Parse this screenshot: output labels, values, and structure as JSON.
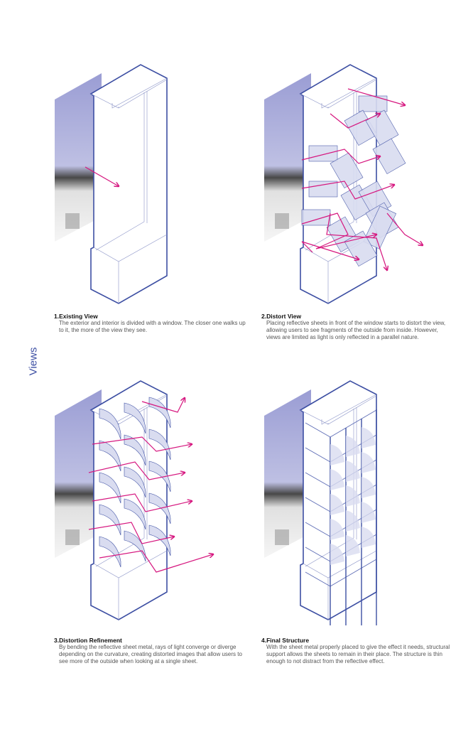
{
  "side_label": "Views",
  "panels": [
    {
      "title": "1.Existing View",
      "text": "The exterior and interior is divided with a window. The closer one walks up to it, the more of the view they see."
    },
    {
      "title": "2.Distort View",
      "text": "Placing reflective sheets in front of the window starts to distort the view, allowing users to see fragments of the outside from inside. However, views are limited as light is only reflected in a parallel nature."
    },
    {
      "title": "3.Distortion Refinement",
      "text": "By bending the reflective sheet metal, rays of light converge or diverge depending on the curvature, creating distorted images that allow users to see more of the outside when looking at a single sheet."
    },
    {
      "title": "4.Final Structure",
      "text": "With the sheet metal properly placed to give the effect it needs, structural support allows the sheets to remain in their place. The structure is thin enough to not distract from the reflective effect."
    }
  ],
  "colors": {
    "structure": "#3d4fa3",
    "ray": "#d6177f",
    "sheet": "#d9dcf0",
    "sky": "#8f92cf"
  }
}
